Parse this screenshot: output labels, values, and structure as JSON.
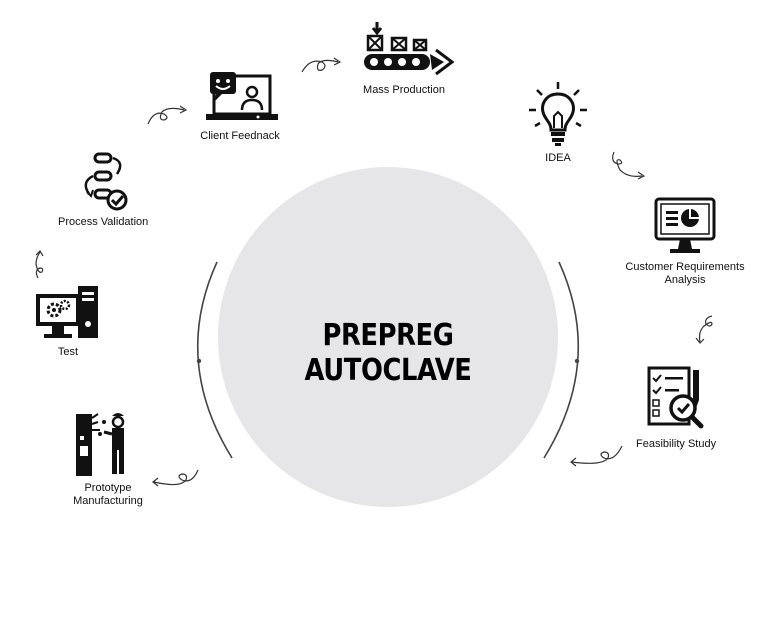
{
  "center": {
    "title": "PREPREG AUTOCLAVE",
    "circle_fill": "#e6e5e8"
  },
  "steps": [
    {
      "id": "idea",
      "label": "IDEA",
      "icon": "lightbulb-icon"
    },
    {
      "id": "customer-requirements",
      "label_line1": "Customer Requirements",
      "label_line2": "Analysis",
      "icon": "monitor-chart-icon"
    },
    {
      "id": "feasibility",
      "label": "Feasibility Study",
      "icon": "checklist-magnifier-icon"
    },
    {
      "id": "prototype",
      "label_line1": "Prototype",
      "label_line2": "Manufacturing",
      "icon": "worker-machine-icon"
    },
    {
      "id": "test",
      "label": "Test",
      "icon": "computer-gears-icon"
    },
    {
      "id": "process-validation",
      "label": "Process Validation",
      "icon": "process-flow-icon"
    },
    {
      "id": "client-feedback",
      "label": "Client Feednack",
      "icon": "video-chat-icon"
    },
    {
      "id": "mass-production",
      "label": "Mass Production",
      "icon": "conveyor-icon"
    }
  ],
  "colors": {
    "ink": "#111111",
    "arc": "#444444"
  }
}
